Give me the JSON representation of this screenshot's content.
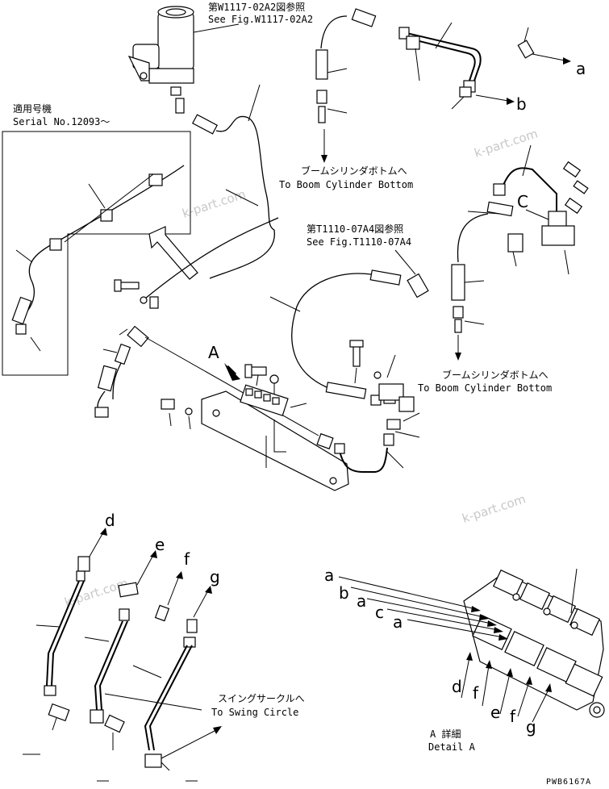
{
  "refs": {
    "fig_w1117_jp": "第W1117-02A2図参照",
    "fig_w1117_en": "See Fig.W1117-02A2",
    "fig_t1110_jp": "第T1110-07A4図参照",
    "fig_t1110_en": "See Fig.T1110-07A4"
  },
  "serial": {
    "jp": "適用号機",
    "en": "Serial No.12093〜"
  },
  "boom_bottom": {
    "jp": "ブームシリンダボトムへ",
    "en": "To Boom Cylinder Bottom"
  },
  "swing_circle": {
    "jp": "スイングサークルへ",
    "en": "To Swing Circle"
  },
  "detail": {
    "jp": "A 詳細",
    "en": "Detail A"
  },
  "view_letters": {
    "A": "A",
    "C": "C"
  },
  "connection_letters": {
    "a": "a",
    "b": "b",
    "c": "c",
    "d": "d",
    "e": "e",
    "f": "f",
    "g": "g"
  },
  "watermark": "k-part.com",
  "drawing_number": "PWB6167A"
}
